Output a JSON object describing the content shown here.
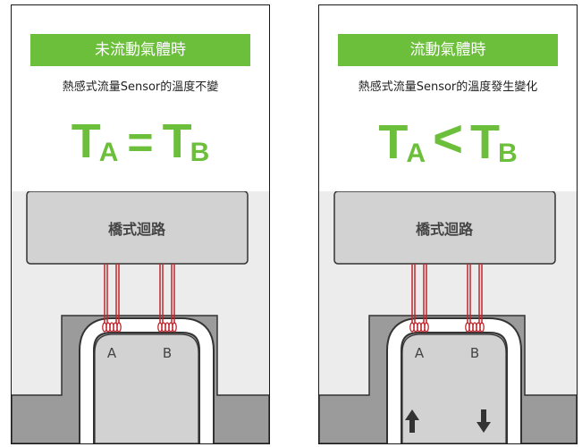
{
  "left_panel": {
    "banner": "未流動氣體時",
    "subtitle": "熱感式流量Sensor的溫度不變",
    "equation": {
      "t1": "T",
      "t1_sub": "A",
      "op": "=",
      "t2": "T",
      "t2_sub": "B"
    },
    "bridge_label": "橋式迴路",
    "sensor_a": "A",
    "sensor_b": "B"
  },
  "right_panel": {
    "banner": "流動氣體時",
    "subtitle": "熱感式流量Sensor的溫度發生變化",
    "equation": {
      "t1": "T",
      "t1_sub": "A",
      "op": "<",
      "t2": "T",
      "t2_sub": "B"
    },
    "bridge_label": "橋式迴路",
    "sensor_a": "A",
    "sensor_b": "B",
    "flow_arrows": [
      "up-arrow-icon",
      "down-arrow-icon"
    ]
  },
  "colors": {
    "accent_green": "#6cbf3a",
    "coil_red": "#c0262c",
    "box_gray": "#d2d2d2",
    "pipe_gray": "#9b9b9b",
    "background_gray": "#ececec"
  }
}
